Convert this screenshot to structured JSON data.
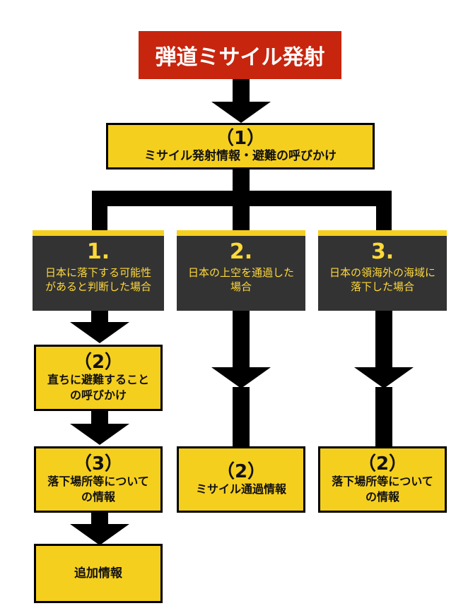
{
  "title": "弾道ミサイル発射",
  "step1": {
    "number": "（1）",
    "label": "ミサイル発射情報・避難の呼びかけ"
  },
  "cases": [
    {
      "number": "1.",
      "label": "日本に落下する可能性があると判断した場合"
    },
    {
      "number": "2.",
      "label": "日本の上空を通過した場合"
    },
    {
      "number": "3.",
      "label": "日本の領海外の海域に落下した場合"
    }
  ],
  "left_steps": [
    {
      "number": "（2）",
      "label": "直ちに避難することの呼びかけ"
    },
    {
      "number": "（3）",
      "label": "落下場所等についての情報"
    },
    {
      "number": "",
      "label": "追加情報"
    }
  ],
  "middle_step": {
    "number": "（2）",
    "label": "ミサイル通過情報"
  },
  "right_step": {
    "number": "（2）",
    "label": "落下場所等についての情報"
  },
  "colors": {
    "title_bg": "#c8250e",
    "box_yellow": "#f5cf1e",
    "case_bg": "#333333",
    "case_text": "#ffd93a",
    "connector": "#000000"
  }
}
